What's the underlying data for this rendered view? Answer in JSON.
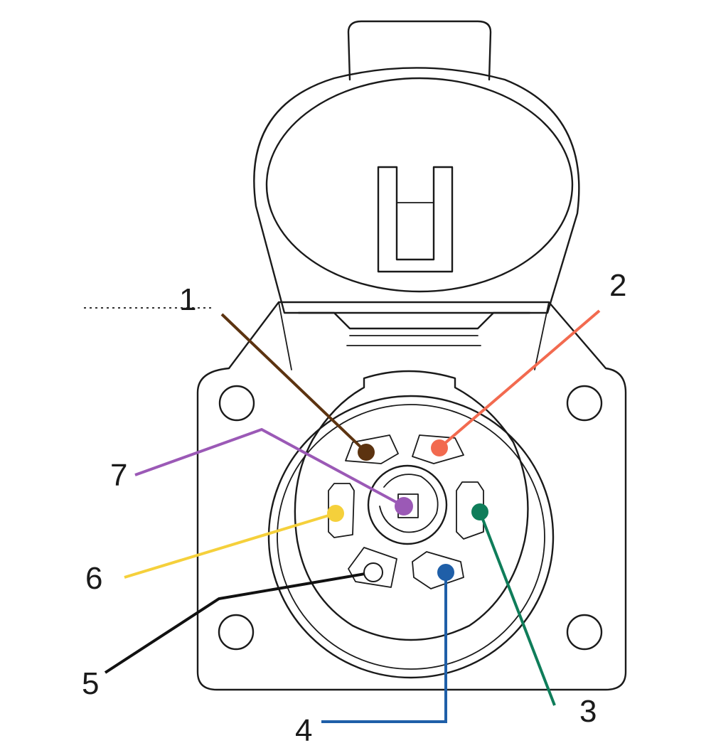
{
  "pins": [
    {
      "id": "pin-1",
      "label": "1",
      "color": "#5c3310"
    },
    {
      "id": "pin-2",
      "label": "2",
      "color": "#f26a4f"
    },
    {
      "id": "pin-3",
      "label": "3",
      "color": "#0f7d5a"
    },
    {
      "id": "pin-4",
      "label": "4",
      "color": "#1f5fa8"
    },
    {
      "id": "pin-5",
      "label": "5",
      "color": "#ffffff",
      "line_color": "#111111"
    },
    {
      "id": "pin-6",
      "label": "6",
      "color": "#f5d03b"
    },
    {
      "id": "pin-7",
      "label": "7",
      "color": "#9b59b6"
    }
  ]
}
